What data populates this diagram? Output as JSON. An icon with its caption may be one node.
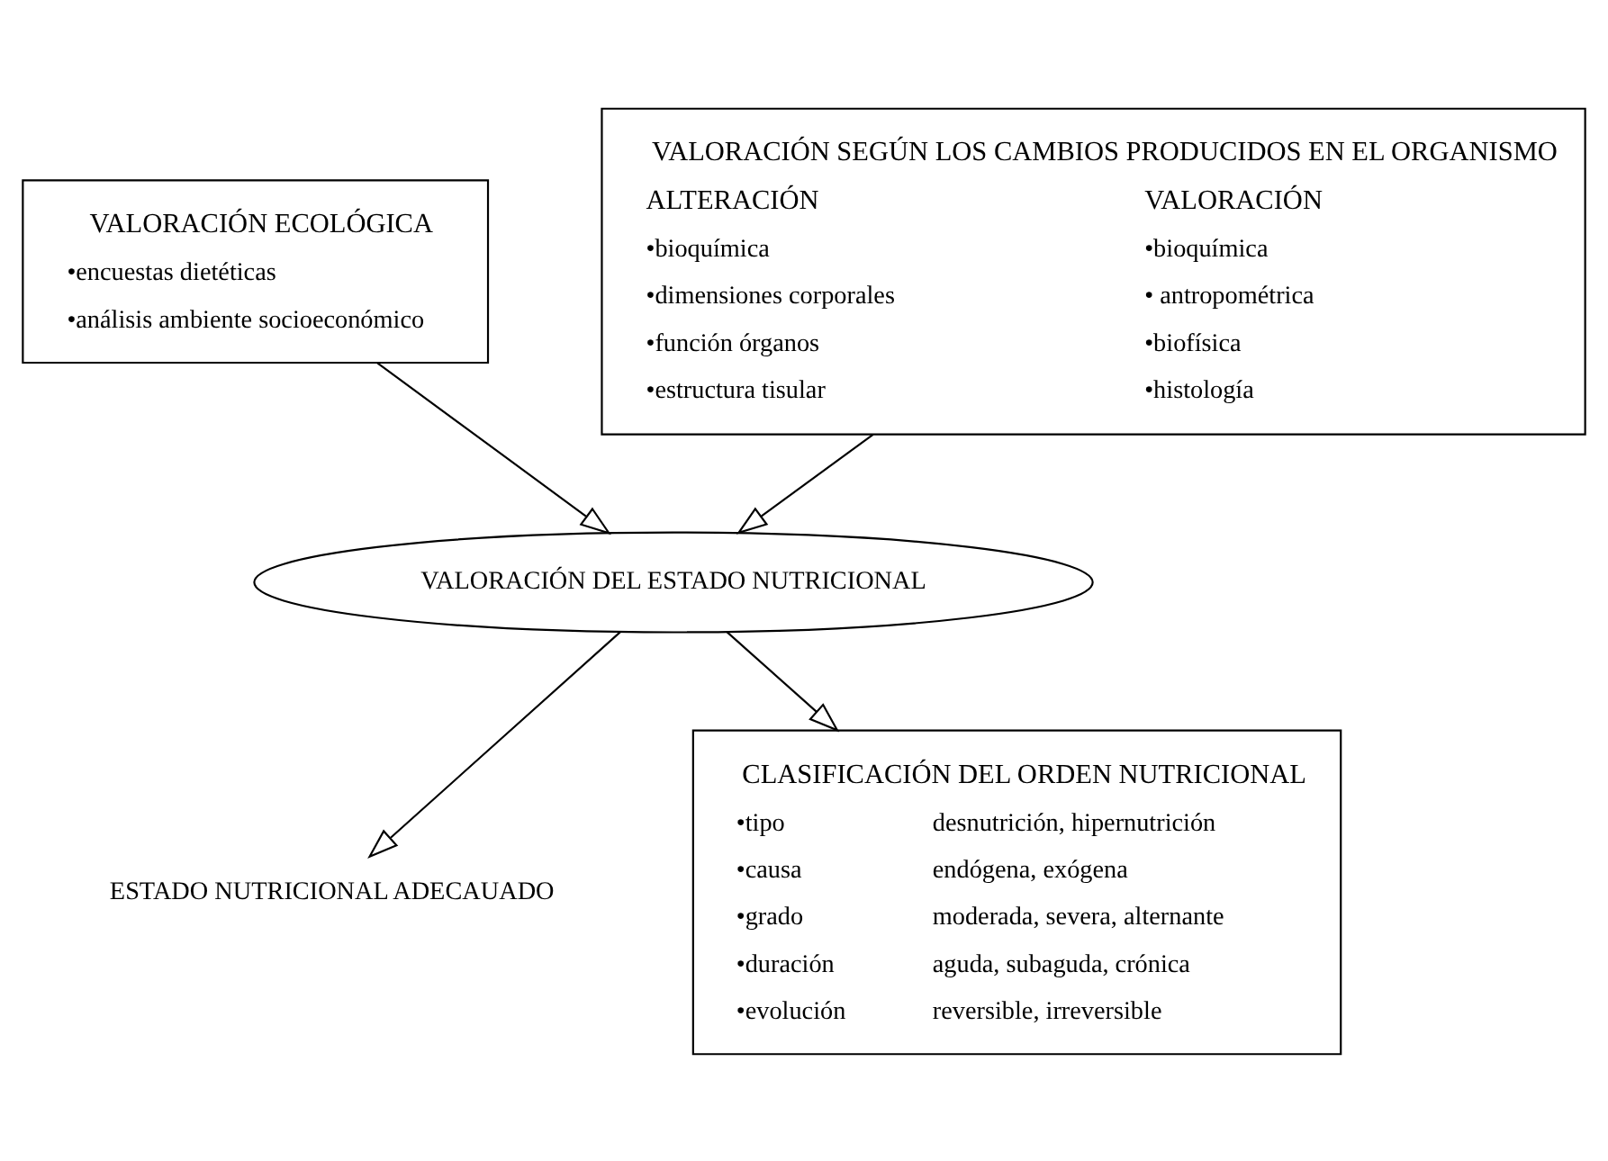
{
  "diagram": {
    "nodes": [
      {
        "text": [
          "VALORACIÓN ECOLÓGICA",
          "•encuestas dietéticas",
          "•análisis ambiente socioeconómico"
        ]
      },
      {
        "text": [
          "VALORACIÓN SEGÚN LOS CAMBIOS PRODUCIDOS EN EL ORGANISMO",
          "ALTERACIÓN",
          "•bioquímica",
          "•dimensiones corporales",
          "•función órganos",
          "•estructura tisular",
          "VALORACIÓN",
          "•bioquímica",
          "• antropométrica",
          "•biofísica",
          "•histología"
        ]
      },
      {
        "text": [
          "VALORACIÓN DEL ESTADO NUTRICIONAL"
        ]
      },
      {
        "text": [
          "ESTADO NUTRICIONAL ADECAUADO"
        ]
      },
      {
        "text": [
          "CLASIFICACIÓN DEL ORDEN NUTRICIONAL",
          "•tipo",
          "desnutrición, hipernutrición",
          "•causa",
          "endógena, exógena",
          "•grado",
          "moderada, severa, alternante",
          "•duración",
          "aguda, subaguda, crónica",
          "•evolución",
          "reversible, irreversible"
        ]
      }
    ],
    "edges": [
      {
        "from": 0,
        "to": 2,
        "arrow": "to"
      },
      {
        "from": 1,
        "to": 2,
        "arrow": "to"
      },
      {
        "from": 2,
        "to": 3,
        "arrow": "to"
      },
      {
        "from": 2,
        "to": 4,
        "arrow": "to"
      }
    ]
  }
}
